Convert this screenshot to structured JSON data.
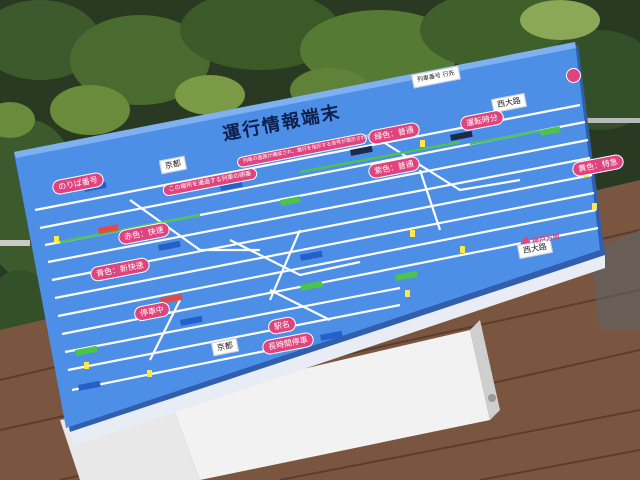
{
  "sign": {
    "title": "運行情報端末",
    "station_kyoto_top": "京都",
    "station_kyoto_bottom": "京都",
    "station_nishioji_top": "西大路",
    "station_nishioji_bottom": "西大路",
    "tags": {
      "noriba": "のりば番号",
      "kosho": "この場所を通過する列車の順番",
      "kenmei": "列車の進路が構成され、進行を指示する信号が現示されている状態",
      "akairo": "赤色：快速",
      "aoiro": "青色：新快速",
      "kiiro": "黄色：特急",
      "murasaki": "紫色：普通",
      "midori": "緑色：普通",
      "teishachu": "停車中",
      "ekimei": "駅名",
      "choujikan": "長時間停車",
      "kaisou": "運転時分"
    },
    "legend_box": "列車番号  行先",
    "arrow_label": "神戸方面"
  },
  "colors": {
    "board": "#4d8fe6",
    "board_edge": "#2f5fae",
    "track": "#ffffff",
    "highlight_track": "#4cc44c",
    "pink": "#e0447f",
    "deck": "#7a5641",
    "foliage": "#2f4a25"
  }
}
